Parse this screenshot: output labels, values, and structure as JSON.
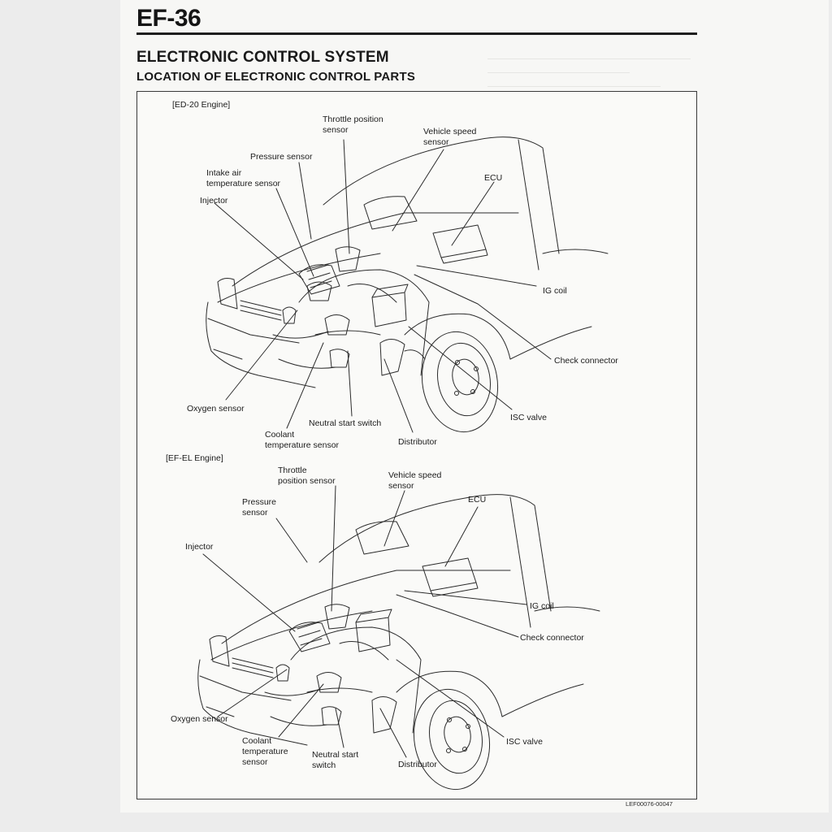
{
  "header": {
    "page_number": "EF-36"
  },
  "section": {
    "title": "ELECTRONIC CONTROL SYSTEM",
    "subtitle": "LOCATION OF ELECTRONIC CONTROL PARTS"
  },
  "diagram_top": {
    "engine": "[ED-20 Engine]",
    "labels": {
      "throttle_line1": "Throttle position",
      "throttle_line2": "sensor",
      "vss_line1": "Vehicle speed",
      "vss_line2": "sensor",
      "pressure": "Pressure sensor",
      "intake_line1": "Intake air",
      "intake_line2": "temperature sensor",
      "injector": "Injector",
      "ecu": "ECU",
      "ig_coil": "IG coil",
      "check_connector": "Check connector",
      "isc_valve": "ISC valve",
      "oxygen": "Oxygen sensor",
      "neutral": "Neutral start switch",
      "coolant_line1": "Coolant",
      "coolant_line2": "temperature sensor",
      "distributor": "Distributor"
    }
  },
  "diagram_bottom": {
    "engine": "[EF-EL Engine]",
    "labels": {
      "throttle_line1": "Throttle",
      "throttle_line2": "position sensor",
      "vss_line1": "Vehicle speed",
      "vss_line2": "sensor",
      "pressure_line1": "Pressure",
      "pressure_line2": "sensor",
      "ecu": "ECU",
      "injector": "Injector",
      "ig_coil": "IG coil",
      "check_connector": "Check connector",
      "oxygen": "Oxygen sensor",
      "isc_valve": "ISC valve",
      "coolant_line1": "Coolant",
      "coolant_line2": "temperature",
      "coolant_line3": "sensor",
      "neutral_line1": "Neutral start",
      "neutral_line2": "switch",
      "distributor": "Distributor"
    }
  },
  "figure_code": "LEF00076-00047"
}
